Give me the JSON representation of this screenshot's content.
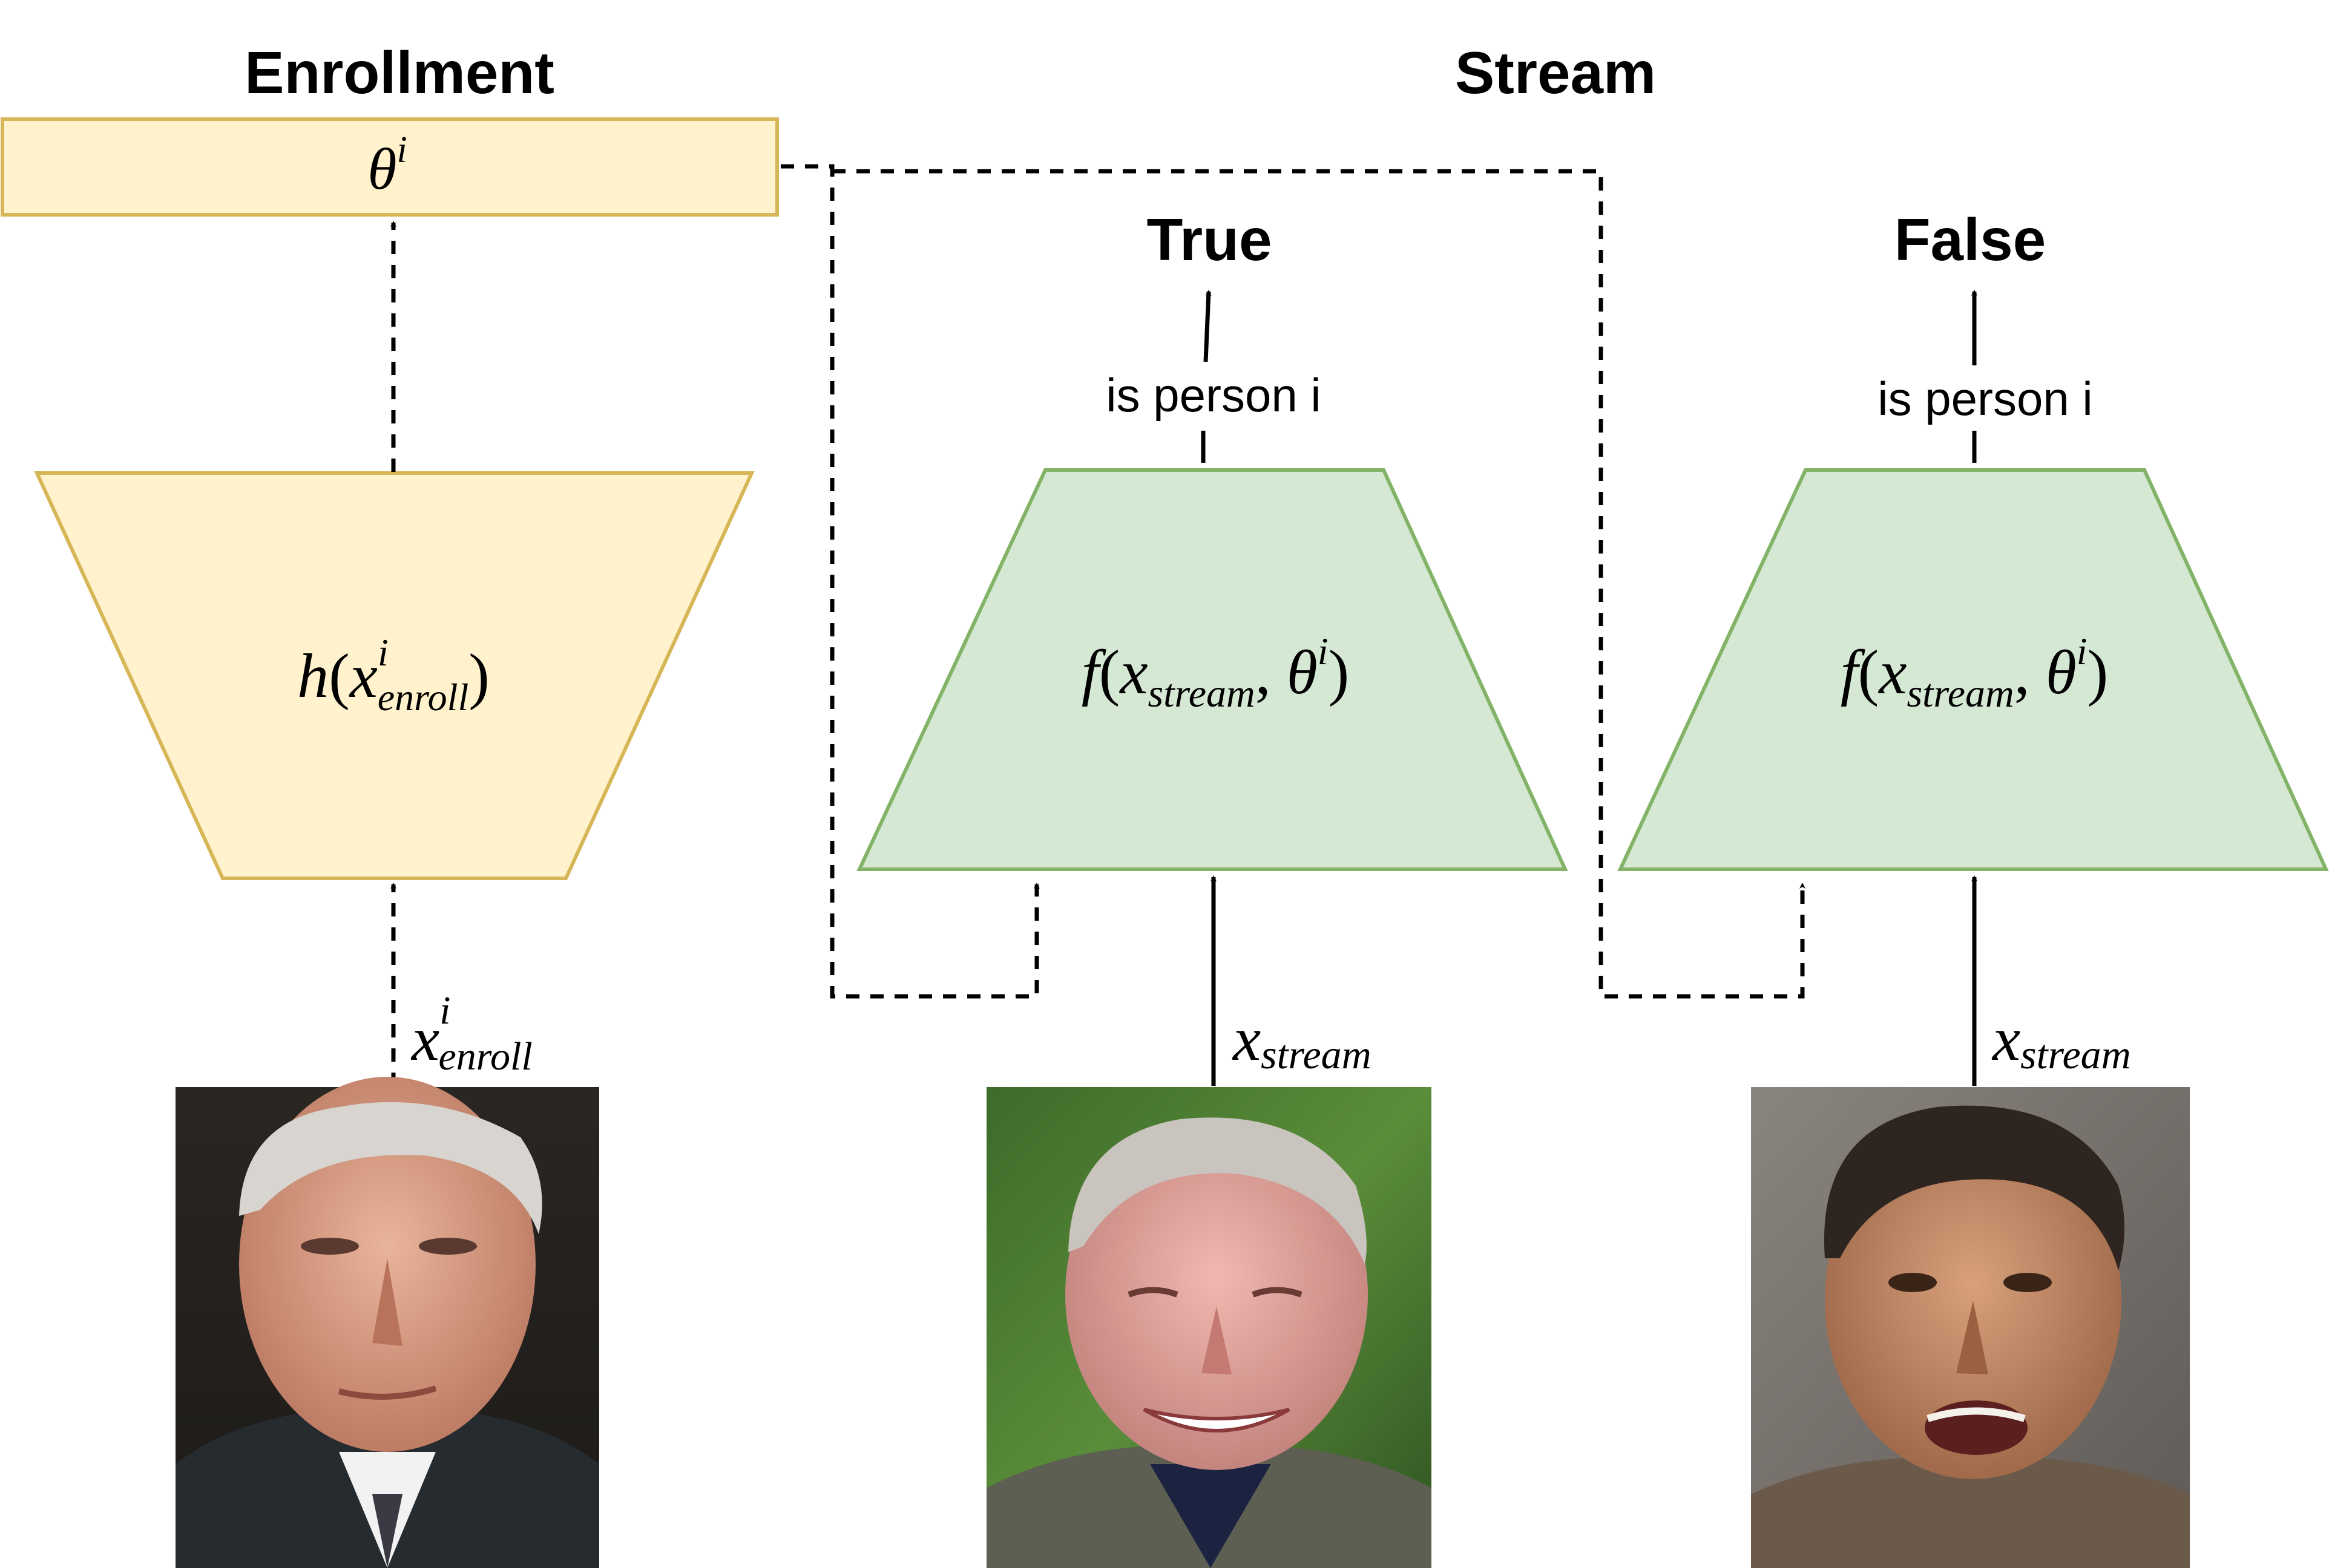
{
  "headings": {
    "enrollment": "Enrollment",
    "stream": "Stream"
  },
  "theta_box": {
    "symbol": "θ",
    "superscript": "i"
  },
  "encoder": {
    "function": "h",
    "arg_base": "x",
    "arg_sup": "i",
    "arg_sub": "enroll"
  },
  "enroll_input": {
    "base": "x",
    "sup": "i",
    "sub": "enroll"
  },
  "classifiers": [
    {
      "function": "f",
      "arg_base": "x",
      "arg_sub": "stream",
      "param_symbol": "θ",
      "param_sup": "i",
      "question": "is person i",
      "output": "True",
      "input": {
        "base": "x",
        "sub": "stream"
      }
    },
    {
      "function": "f",
      "arg_base": "x",
      "arg_sub": "stream",
      "param_symbol": "θ",
      "param_sup": "i",
      "question": "is person i",
      "output": "False",
      "input": {
        "base": "x",
        "sub": "stream"
      }
    }
  ],
  "colors": {
    "enroll_fill": "#fff2cc",
    "enroll_stroke": "#d6b656",
    "stream_fill": "#d5e8d4",
    "stream_stroke": "#82b366"
  },
  "photos": [
    {
      "name": "enrollment-face-photo-icon"
    },
    {
      "name": "stream-face-photo-match-icon"
    },
    {
      "name": "stream-face-photo-nonmatch-icon"
    }
  ]
}
